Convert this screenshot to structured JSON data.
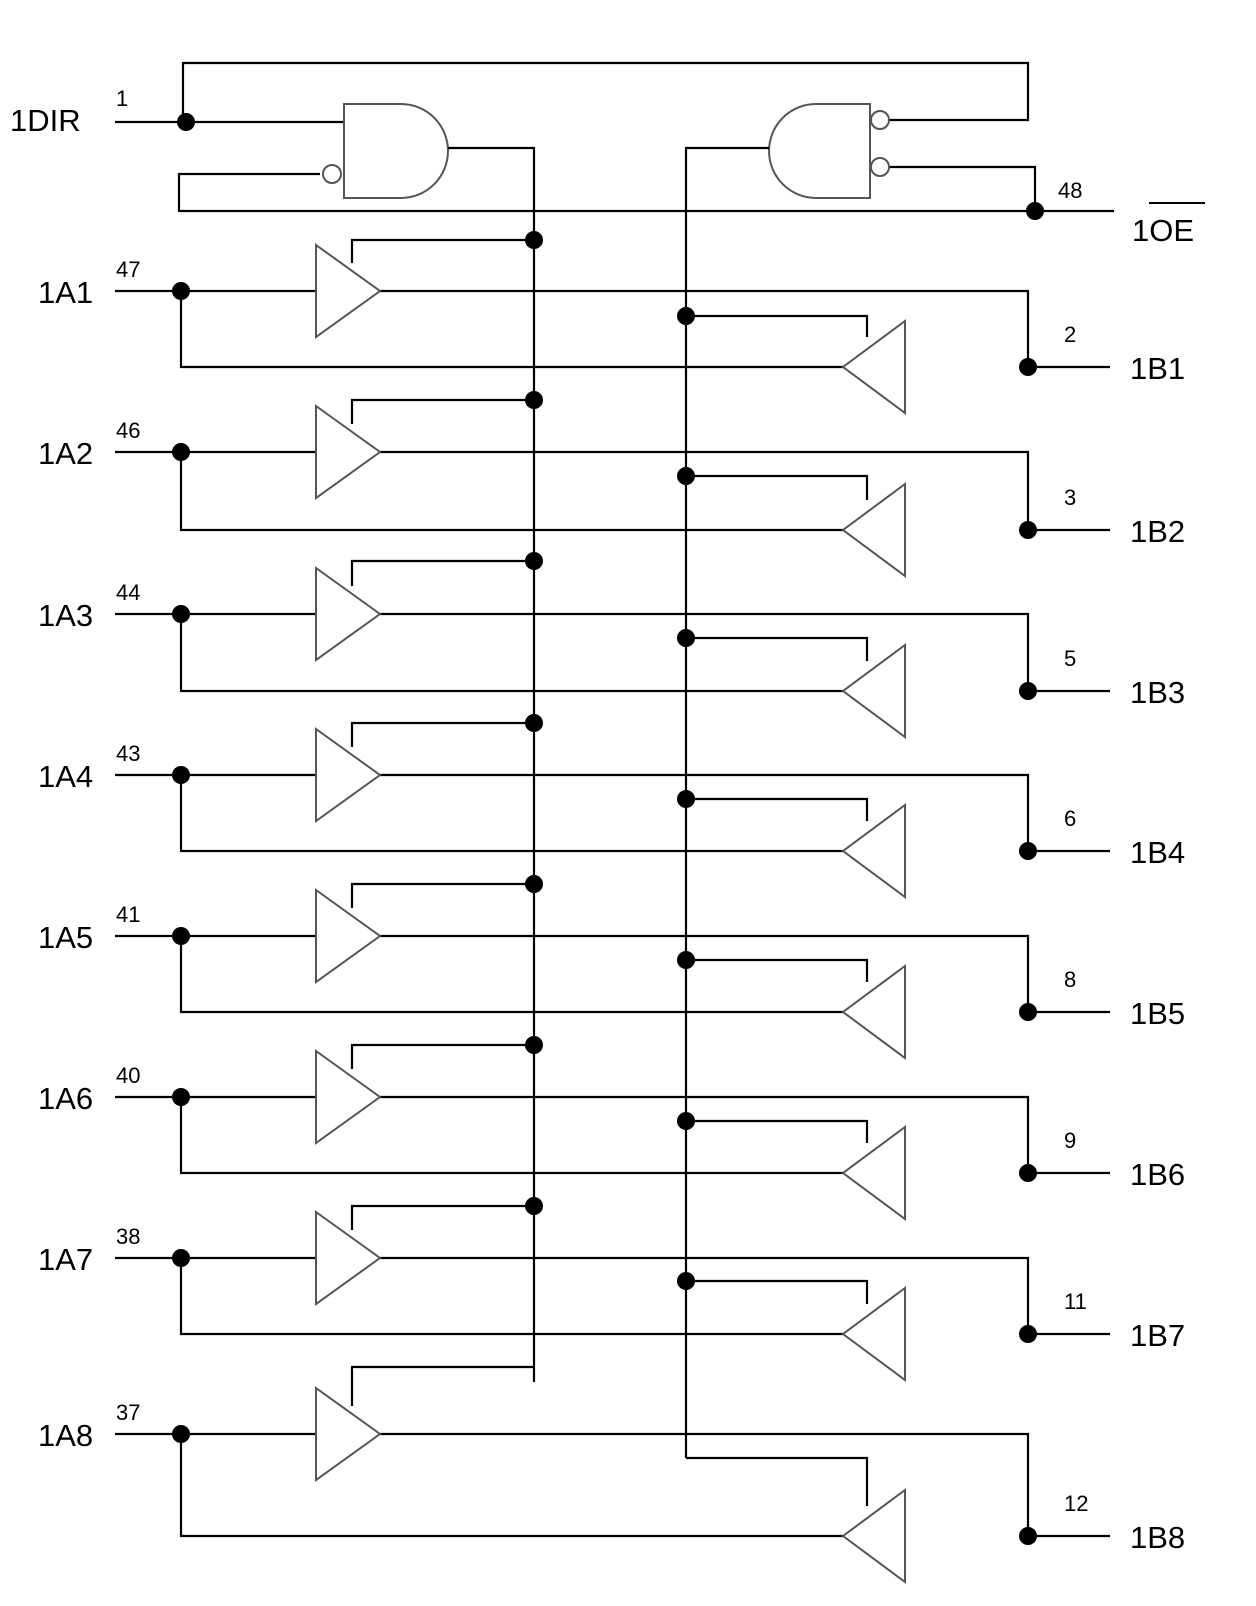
{
  "diagram": {
    "control": {
      "dir": {
        "label": "1DIR",
        "pin": "1"
      },
      "oe": {
        "label_prefix": "1",
        "label_bar": "OE",
        "pin": "48"
      }
    },
    "a_ports": [
      {
        "label": "1A1",
        "pin": "47"
      },
      {
        "label": "1A2",
        "pin": "46"
      },
      {
        "label": "1A3",
        "pin": "44"
      },
      {
        "label": "1A4",
        "pin": "43"
      },
      {
        "label": "1A5",
        "pin": "41"
      },
      {
        "label": "1A6",
        "pin": "40"
      },
      {
        "label": "1A7",
        "pin": "38"
      },
      {
        "label": "1A8",
        "pin": "37"
      }
    ],
    "b_ports": [
      {
        "label": "1B1",
        "pin": "2"
      },
      {
        "label": "1B2",
        "pin": "3"
      },
      {
        "label": "1B3",
        "pin": "5"
      },
      {
        "label": "1B4",
        "pin": "6"
      },
      {
        "label": "1B5",
        "pin": "8"
      },
      {
        "label": "1B6",
        "pin": "9"
      },
      {
        "label": "1B7",
        "pin": "11"
      },
      {
        "label": "1B8",
        "pin": "12"
      }
    ]
  }
}
